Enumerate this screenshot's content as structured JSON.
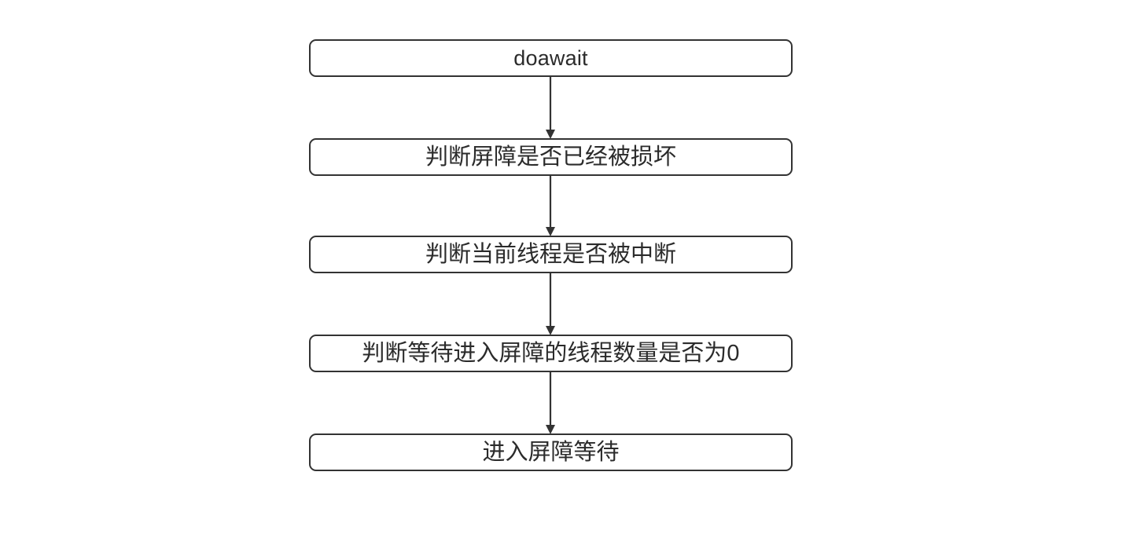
{
  "diagram": {
    "title": "doawait flowchart",
    "background_color": "#ffffff",
    "node_border_color": "#333333",
    "node_fill_color": "#ffffff",
    "text_color": "#2b2b2b",
    "connector_color": "#333333",
    "orientation": "top-to-bottom",
    "nodes": [
      {
        "id": "n1",
        "label": "doawait",
        "shape": "rounded-rectangle",
        "script": "latin"
      },
      {
        "id": "n2",
        "label": "判断屏障是否已经被损坏",
        "shape": "rounded-rectangle",
        "script": "han"
      },
      {
        "id": "n3",
        "label": "判断当前线程是否被中断",
        "shape": "rounded-rectangle",
        "script": "han"
      },
      {
        "id": "n4",
        "label": "判断等待进入屏障的线程数量是否为0",
        "shape": "rounded-rectangle",
        "script": "han"
      },
      {
        "id": "n5",
        "label": "进入屏障等待",
        "shape": "rounded-rectangle",
        "script": "han"
      }
    ],
    "edges": [
      {
        "from": "n1",
        "to": "n2",
        "label": "",
        "arrowhead": "solid-triangle"
      },
      {
        "from": "n2",
        "to": "n3",
        "label": "",
        "arrowhead": "solid-triangle"
      },
      {
        "from": "n3",
        "to": "n4",
        "label": "",
        "arrowhead": "solid-triangle"
      },
      {
        "from": "n4",
        "to": "n5",
        "label": "",
        "arrowhead": "solid-triangle"
      }
    ]
  }
}
